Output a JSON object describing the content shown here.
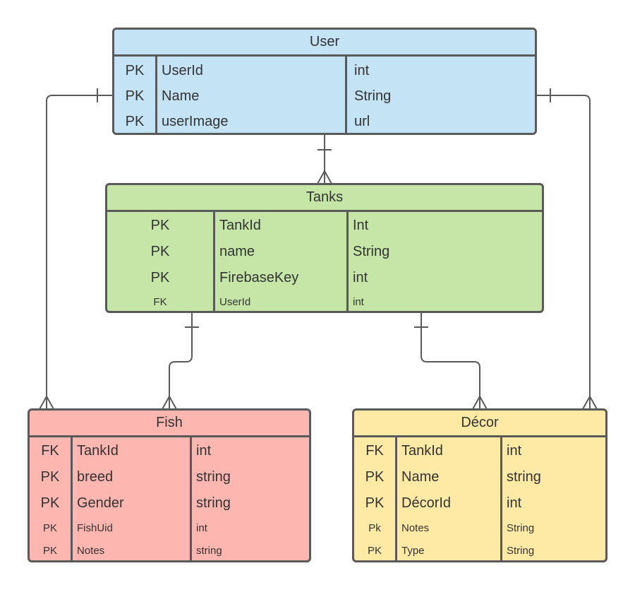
{
  "colors": {
    "line": "#5a5a5a",
    "user": "#c4e3f4",
    "tanks": "#c6e6a8",
    "fish": "#fdb7b0",
    "decor": "#feeaa4"
  },
  "entities": {
    "user": {
      "title": "User",
      "rows": [
        {
          "key": "PK",
          "field": "UserId",
          "type": "int"
        },
        {
          "key": "PK",
          "field": "Name",
          "type": "String"
        },
        {
          "key": "PK",
          "field": "userImage",
          "type": "url"
        }
      ]
    },
    "tanks": {
      "title": "Tanks",
      "rows": [
        {
          "key": "PK",
          "field": "TankId",
          "type": "Int"
        },
        {
          "key": "PK",
          "field": "name",
          "type": "String"
        },
        {
          "key": "PK",
          "field": "FirebaseKey",
          "type": "int"
        },
        {
          "key": "FK",
          "field": "UserId",
          "type": "int"
        }
      ]
    },
    "fish": {
      "title": "Fish",
      "rows": [
        {
          "key": "FK",
          "field": "TankId",
          "type": "int"
        },
        {
          "key": "PK",
          "field": "breed",
          "type": "string"
        },
        {
          "key": "PK",
          "field": "Gender",
          "type": "string"
        },
        {
          "key": "PK",
          "field": "FishUid",
          "type": "int"
        },
        {
          "key": "PK",
          "field": "Notes",
          "type": "string"
        }
      ]
    },
    "decor": {
      "title": "Décor",
      "rows": [
        {
          "key": "FK",
          "field": "TankId",
          "type": "int"
        },
        {
          "key": "PK",
          "field": "Name",
          "type": "string"
        },
        {
          "key": "PK",
          "field": "DécorId",
          "type": "int"
        },
        {
          "key": "Pk",
          "field": "Notes",
          "type": "String"
        },
        {
          "key": "PK",
          "field": "Type",
          "type": "String"
        }
      ]
    }
  },
  "relationships": [
    {
      "from": "user",
      "to": "tanks",
      "from_cardinality": "one",
      "to_cardinality": "many"
    },
    {
      "from": "user",
      "to": "fish",
      "from_cardinality": "one",
      "to_cardinality": "many"
    },
    {
      "from": "user",
      "to": "decor",
      "from_cardinality": "one",
      "to_cardinality": "many"
    },
    {
      "from": "tanks",
      "to": "fish",
      "from_cardinality": "one",
      "to_cardinality": "many"
    },
    {
      "from": "tanks",
      "to": "decor",
      "from_cardinality": "one",
      "to_cardinality": "many"
    }
  ]
}
